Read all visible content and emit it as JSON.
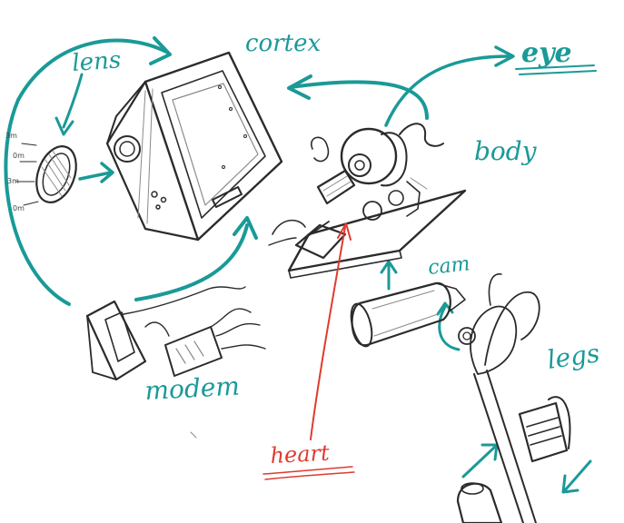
{
  "labels": {
    "lens": "lens",
    "cortex": "cortex",
    "eye": "eye",
    "body": "body",
    "cam": "cam",
    "modem": "modem",
    "legs": "legs",
    "heart": "heart",
    "lens_scale": [
      "3m",
      "0m",
      "3m",
      "0m"
    ]
  },
  "colors": {
    "teal": "#1a9a97",
    "red": "#e03a2e",
    "pencil": "#2b2b2b"
  }
}
